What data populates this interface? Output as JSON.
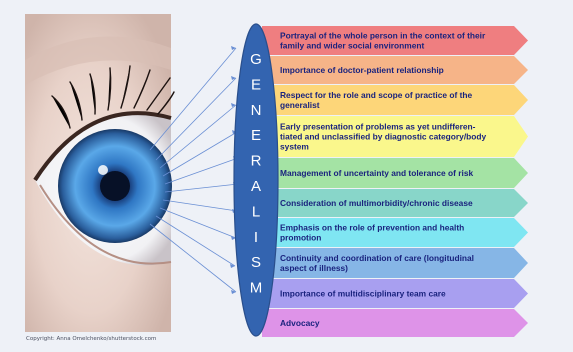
{
  "title_letters": [
    "G",
    "E",
    "N",
    "E",
    "R",
    "A",
    "L",
    "I",
    "S",
    "M"
  ],
  "items": [
    {
      "lines": [
        "Portrayal of the whole person in the context of their",
        "family and wider social environment"
      ],
      "color": "#ef7e80"
    },
    {
      "lines": [
        "Importance of doctor-patient relationship"
      ],
      "color": "#f6b488"
    },
    {
      "lines": [
        "Respect for the role and scope of practice of the",
        "generalist"
      ],
      "color": "#fdd679"
    },
    {
      "lines": [
        "Early presentation of problems as yet undifferen-",
        "tiated and unclassified by diagnostic category/body",
        "system"
      ],
      "color": "#faf78c"
    },
    {
      "lines": [
        "Management of uncertainty and tolerance of risk"
      ],
      "color": "#a4e3a4"
    },
    {
      "lines": [
        "Consideration of multimorbidity/chronic disease"
      ],
      "color": "#88d6c9"
    },
    {
      "lines": [
        "Emphasis on the role of prevention and health",
        "promotion"
      ],
      "color": "#7fe6f2"
    },
    {
      "lines": [
        "Continuity and coordination of care (longitudinal",
        "aspect of illness)"
      ],
      "color": "#86b6e6"
    },
    {
      "lines": [
        "Importance of multidisciplinary team care"
      ],
      "color": "#a89ff0"
    },
    {
      "lines": [
        "Advocacy"
      ],
      "color": "#de93e8"
    }
  ],
  "ellipse_color": "#3364b0",
  "copyright": "Copyright: Anna Omelchenko/shutterstock.com"
}
